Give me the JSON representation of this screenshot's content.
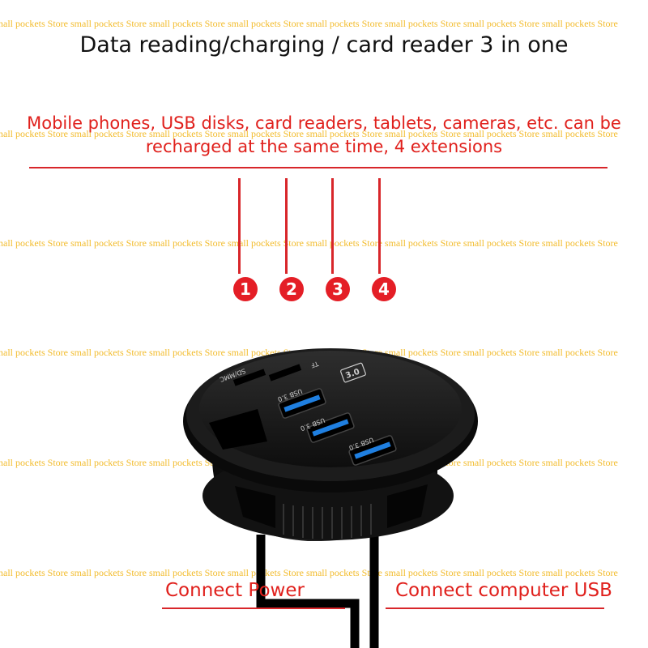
{
  "watermark": {
    "text": "small pockets Store small pockets Store small pockets Store small pockets Store small pockets Store small pockets Store small pockets Store small pockets Store"
  },
  "title": "Data reading/charging / card reader 3 in one",
  "subtitle": "Mobile phones, USB disks, card readers, tablets, cameras, etc. can be recharged at the same time, 4 extensions",
  "ports": {
    "badges": [
      "1",
      "2",
      "3",
      "4"
    ]
  },
  "device": {
    "slot_labels": [
      "SD/MMC",
      "TF"
    ],
    "usb_label": "USB 3.0",
    "badge_text": "3.0"
  },
  "labels": {
    "connect_power": "Connect Power",
    "connect_usb": "Connect computer USB"
  },
  "colors": {
    "accent_red": "#e0201c",
    "watermark_gold": "#f2b820",
    "usb_blue": "#1f7fe0"
  }
}
